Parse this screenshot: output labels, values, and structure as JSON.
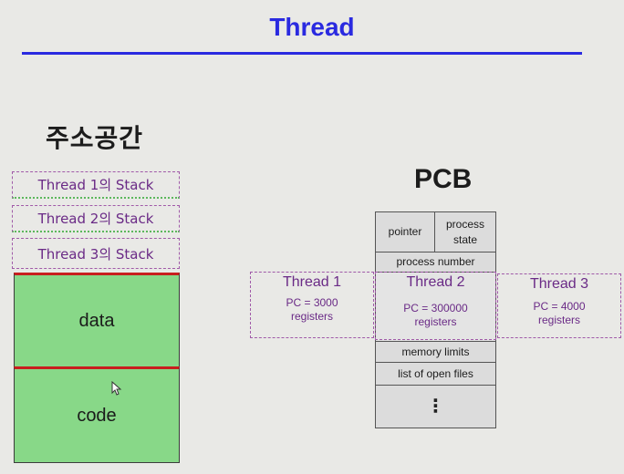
{
  "slide": {
    "title": "Thread",
    "address_space_heading": "주소공간",
    "pcb_heading": "PCB"
  },
  "address_space": {
    "stacks": [
      "Thread 1의 Stack",
      "Thread 2의 Stack",
      "Thread 3의 Stack"
    ],
    "data_label": "data",
    "code_label": "code"
  },
  "pcb": {
    "pointer": "pointer",
    "process_state": "process state",
    "process_number": "process number",
    "memory_limits": "memory limits",
    "open_files": "list of open files",
    "dots": "⋮"
  },
  "threads": [
    {
      "name": "Thread 1",
      "pc": "PC = 3000",
      "registers": "registers"
    },
    {
      "name": "Thread 2",
      "pc": "PC =  300000",
      "registers": "registers"
    },
    {
      "name": "Thread 3",
      "pc": "PC =  4000",
      "registers": "registers"
    }
  ],
  "colors": {
    "title": "#2a2ae0",
    "thread_text": "#6a2a86",
    "segment_fill": "#88d888",
    "segment_divider": "#c81e1e"
  }
}
